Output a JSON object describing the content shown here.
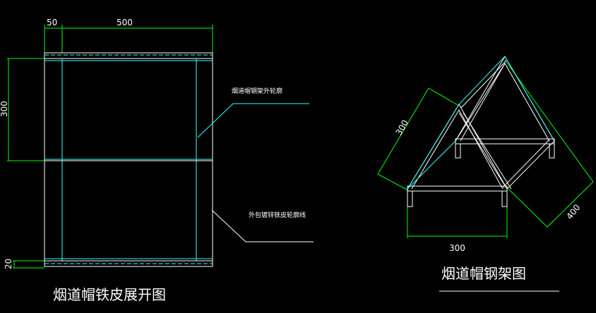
{
  "left_drawing": {
    "title": "烟道帽铁皮展开图",
    "dim_top_small": "50",
    "dim_top_large": "500",
    "dim_left": "300",
    "dim_bottom": "20",
    "leader_upper": "烟道帽钢架外轮廓",
    "leader_lower": "外包镀锌铁皮轮廓线"
  },
  "right_drawing": {
    "title": "烟道帽钢架图",
    "dim_slant_left": "300",
    "dim_bottom": "300",
    "dim_slant_right": "400"
  }
}
